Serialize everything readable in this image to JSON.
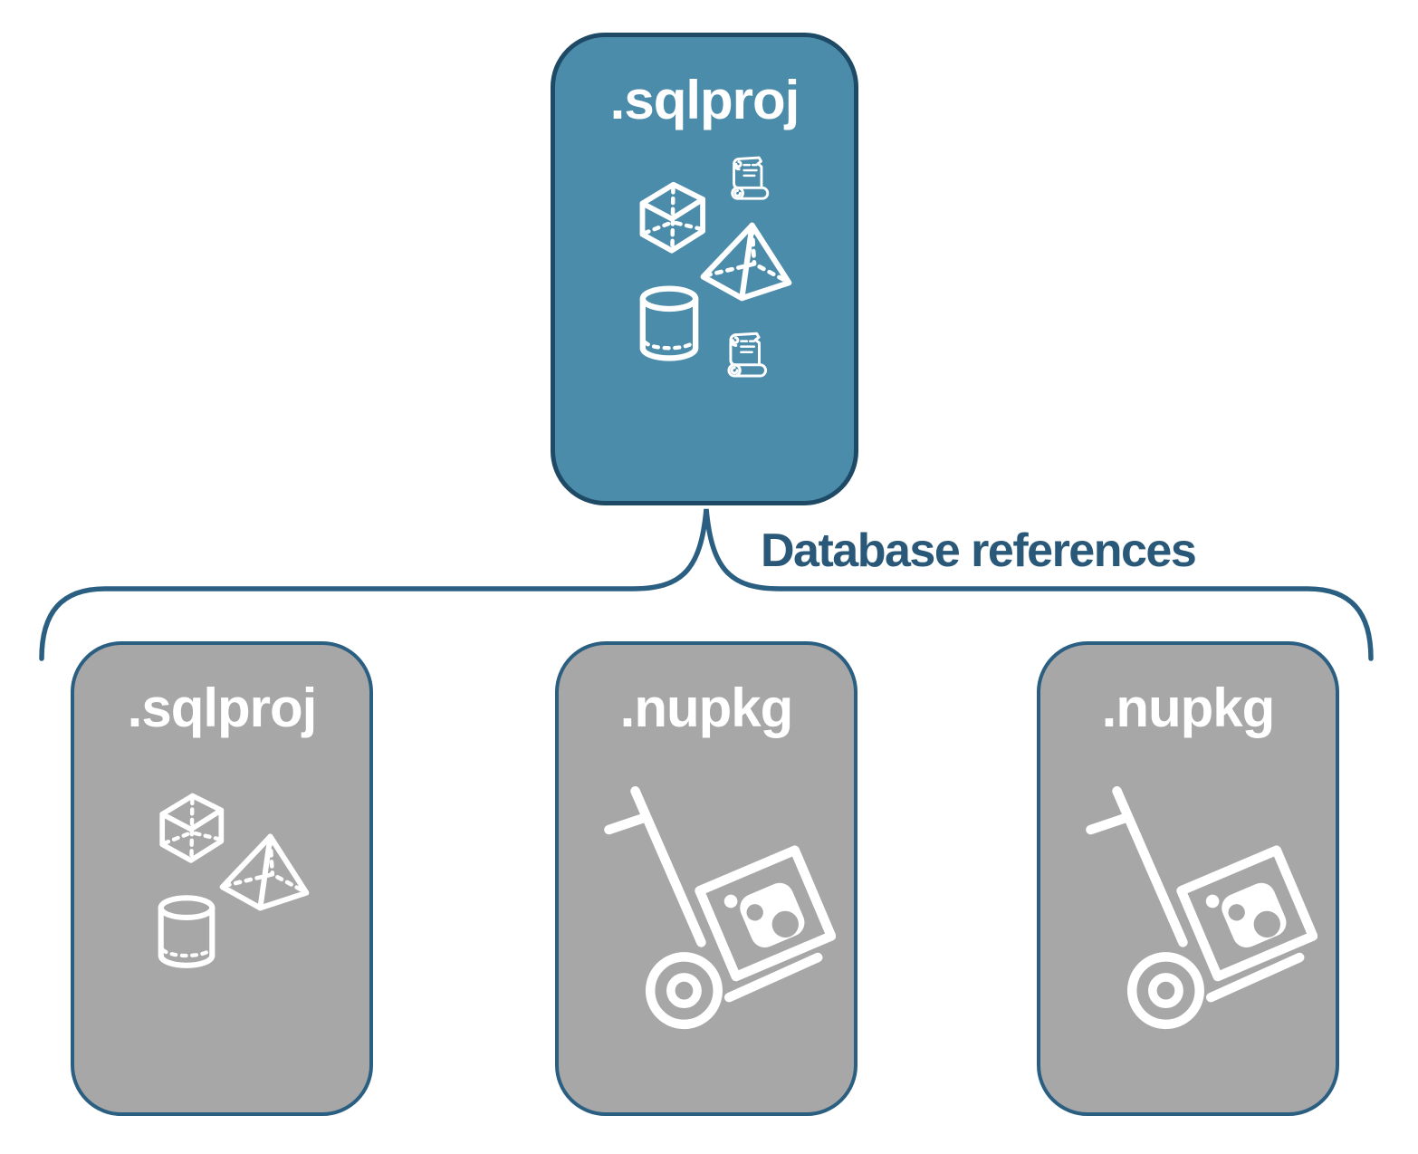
{
  "colors": {
    "accent-blue": "#4C8CAB",
    "card-gray": "#A7A7A7",
    "root-card-border": "#1E4A66",
    "child-card-border": "#2B5F82",
    "brace-blue": "#2B5F82",
    "label-text": "#2A5878",
    "icon-white": "#FFFFFF",
    "background": "#FFFFFF"
  },
  "root_card": {
    "title": ".sqlproj",
    "icons": [
      "script-scroll-icon",
      "cube-icon",
      "pyramid-icon",
      "cylinder-icon",
      "script-scroll-icon"
    ]
  },
  "connector_label": "Database references",
  "child_cards": [
    {
      "title": ".sqlproj",
      "icons": [
        "cube-icon",
        "pyramid-icon",
        "cylinder-icon"
      ]
    },
    {
      "title": ".nupkg",
      "icons": [
        "package-dolly-icon",
        "nuget-logo-icon"
      ]
    },
    {
      "title": ".nupkg",
      "icons": [
        "package-dolly-icon",
        "nuget-logo-icon"
      ]
    }
  ]
}
